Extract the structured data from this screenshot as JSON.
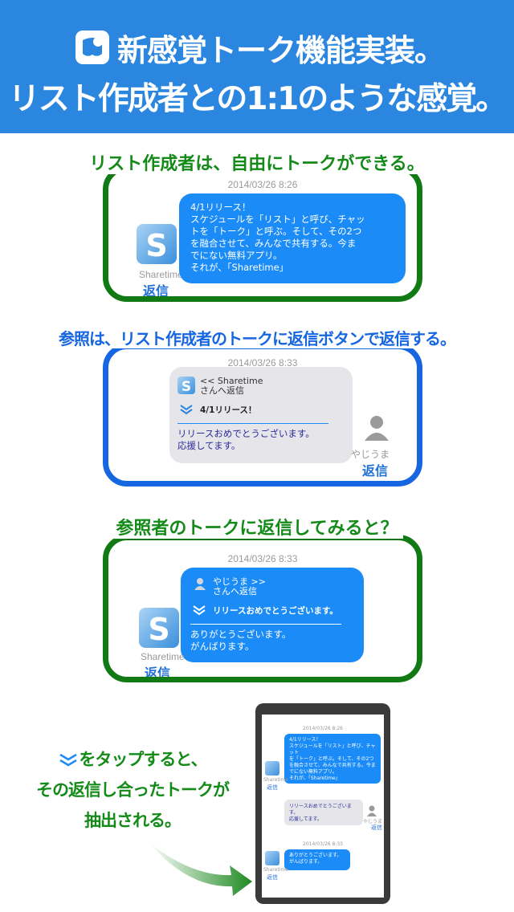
{
  "header": {
    "line1": "新感覚トーク機能実装。",
    "line2": "リスト作成者との1:1のような感覚。"
  },
  "section1": {
    "caption": "リスト作成者は、自由にトークができる。",
    "timestamp": "2014/03/26 8:26",
    "sender_name": "Sharetime",
    "reply_label": "返信",
    "message_lines": [
      "4/1リリース！",
      "スケジュールを「リスト」と呼び、チャッ",
      "トを「トーク」と呼ぶ。そして、その2つ",
      "を融合させて、みんなで共有する。今ま",
      "でにない無料アプリ。",
      "それが、「Sharetime」"
    ]
  },
  "section2": {
    "caption": "参照は、リスト作成者のトークに返信ボタンで返信する。",
    "timestamp": "2014/03/26 8:33",
    "quote_header_line1": "<< Sharetime",
    "quote_header_line2": "さんへ返信",
    "quote_text": "4/1リリース！",
    "reply_lines": [
      "リリースおめでとうございます。",
      "応援してます。"
    ],
    "user_name": "やじうま",
    "reply_label": "返信"
  },
  "section3": {
    "caption": "参照者のトークに返信してみると？",
    "timestamp": "2014/03/26 8:33",
    "quote_header_line1": "やじうま >>",
    "quote_header_line2": "さんへ返信",
    "quote_text": "リリースおめでとうございます。",
    "reply_lines": [
      "ありがとうございます。",
      "がんばります。"
    ],
    "sender_name": "Sharetime",
    "reply_label": "返信"
  },
  "bottom": {
    "text_line1": "をタップすると、",
    "text_line2": "その返信し合ったトークが",
    "text_line3": "抽出される。",
    "phone": {
      "ts1": "2014/03/26 8:26",
      "msg1_lines": [
        "4/1リリース！",
        "スケジュールを「リスト」と呼び、チャット",
        "を「トーク」と呼ぶ。そして、その2つ",
        "を融合させて、みんなで共有する。今ま",
        "でにない無料アプリ。",
        "それが、「Sharetime」"
      ],
      "name1": "Sharetime",
      "reply1": "返信",
      "msg2_lines": [
        "リリースおめでとうございます。",
        "応援してます。"
      ],
      "name2": "やじうま",
      "reply2": "返信",
      "ts3": "2014/03/26 8:33",
      "msg3_lines": [
        "ありがとうございます。",
        "がんばります。"
      ],
      "name3": "Sharetime",
      "reply3": "返信"
    }
  },
  "colors": {
    "header": "#2b86e0",
    "green": "#127a14",
    "blue": "#1566e0",
    "bubble": "#1b8cf7"
  }
}
